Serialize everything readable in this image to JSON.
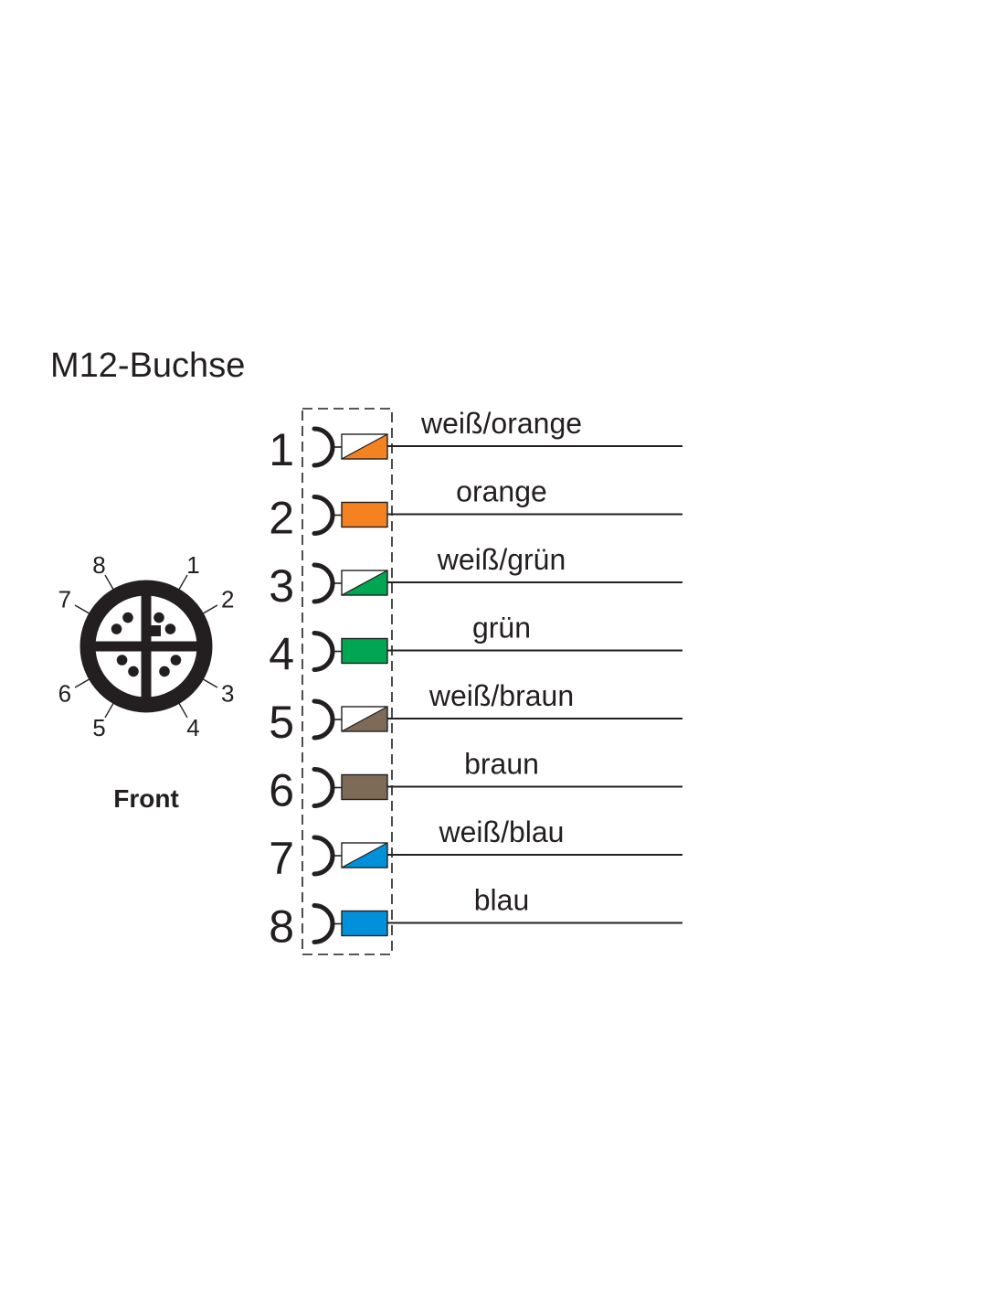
{
  "title": "M12-Buchse",
  "front_label": "Front",
  "front_pins": [
    {
      "label": "1",
      "angle": 60
    },
    {
      "label": "2",
      "angle": 30
    },
    {
      "label": "3",
      "angle": -30
    },
    {
      "label": "4",
      "angle": -60
    },
    {
      "label": "5",
      "angle": -120
    },
    {
      "label": "6",
      "angle": -150
    },
    {
      "label": "7",
      "angle": 150
    },
    {
      "label": "8",
      "angle": 120
    }
  ],
  "wires": [
    {
      "pin": "1",
      "label": "weiß/orange",
      "color": "#f58220",
      "striped": true
    },
    {
      "pin": "2",
      "label": "orange",
      "color": "#f58220",
      "striped": false
    },
    {
      "pin": "3",
      "label": "weiß/grün",
      "color": "#00a651",
      "striped": true
    },
    {
      "pin": "4",
      "label": "grün",
      "color": "#00a651",
      "striped": false
    },
    {
      "pin": "5",
      "label": "weiß/braun",
      "color": "#7d6b58",
      "striped": true
    },
    {
      "pin": "6",
      "label": "braun",
      "color": "#7d6b58",
      "striped": false
    },
    {
      "pin": "7",
      "label": "weiß/blau",
      "color": "#0091da",
      "striped": true
    },
    {
      "pin": "8",
      "label": "blau",
      "color": "#0091da",
      "striped": false
    }
  ]
}
